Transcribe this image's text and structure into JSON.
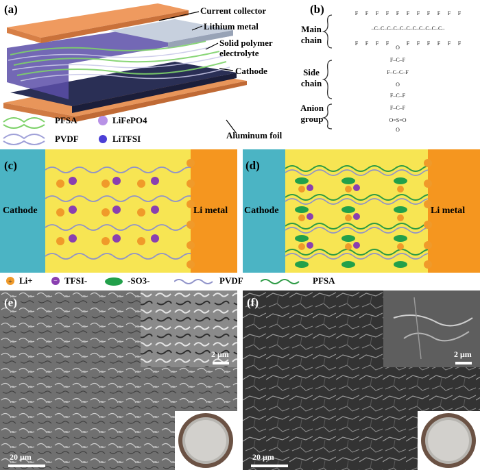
{
  "panel_labels": {
    "a": "(a)",
    "b": "(b)",
    "c": "(c)",
    "d": "(d)",
    "e": "(e)",
    "f": "(f)"
  },
  "panel_a": {
    "layers": [
      "Current collector",
      "Lithium metal",
      "Solid polymer electrolyte",
      "Cathode",
      "Aluminum foil"
    ],
    "legend": [
      "PFSA",
      "LiFePO4",
      "PVDF",
      "LiTFSI"
    ],
    "colors": {
      "copper": "#e8955a",
      "lithium": "#b9c4d4",
      "cathode": "#2a2f55",
      "pfsa": "#7ed26a",
      "pvdf": "#9fa0d8",
      "lifepo4": "#b892e6",
      "litfsi": "#4b3fd6"
    }
  },
  "panel_b": {
    "labels": [
      "Main chain",
      "Side chain",
      "Anion group"
    ]
  },
  "panel_c": {
    "left": "Cathode",
    "right": "Li metal"
  },
  "panel_d": {
    "left": "Cathode",
    "right": "Li metal"
  },
  "legend_row": {
    "li": "Li+",
    "tfsi": "TFSI-",
    "so3": "-SO3-",
    "pvdf": "PVDF",
    "pfsa": "PFSA"
  },
  "panel_e": {
    "scale_main": "20 μm",
    "scale_inset": "2 μm"
  },
  "panel_f": {
    "scale_main": "20 μm",
    "scale_inset": "2 μm"
  },
  "colors": {
    "cathode": "#4bb4c4",
    "electrolyte": "#f7e553",
    "li_metal": "#f5961f",
    "li_ion": "#f09a2a",
    "tfsi": "#8a3fb0",
    "so3": "#22a04a",
    "pfsa": "#2c9a44",
    "pvdf": "#8f92c9"
  }
}
